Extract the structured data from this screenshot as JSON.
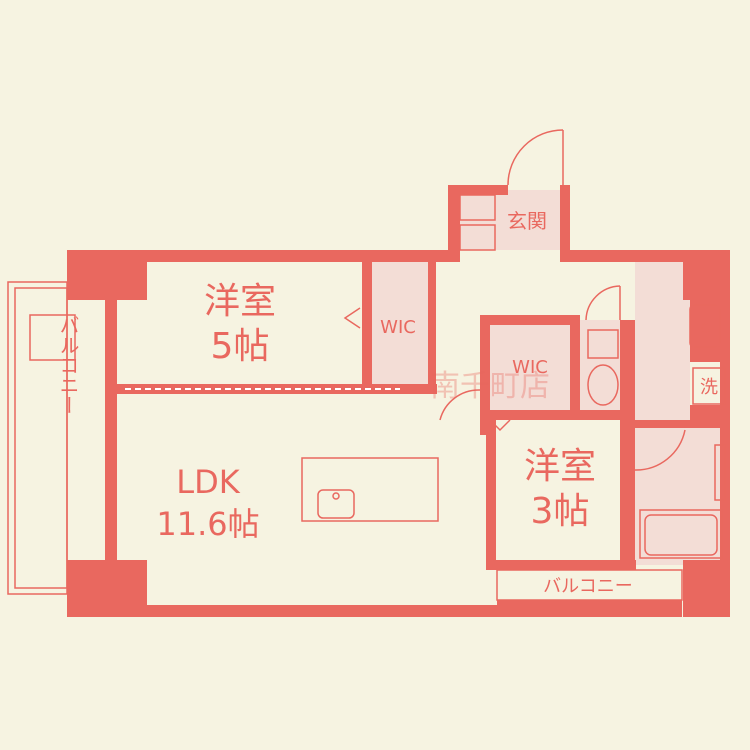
{
  "colors": {
    "background": "#F6F3E1",
    "wall": "#E9685F",
    "line": "#E9685F",
    "wet_area": "#F3DDD6",
    "balcony_fill": "#F6F3E1"
  },
  "rooms": {
    "western_5": {
      "name": "洋室",
      "size": "5帖"
    },
    "western_3": {
      "name": "洋室",
      "size": "3帖"
    },
    "ldk": {
      "name": "LDK",
      "size": "11.6帖"
    },
    "wic_upper": "WIC",
    "wic_lower": "WIC",
    "entrance": "玄関",
    "washer": "洗",
    "balcony_left": "バルコニー",
    "balcony_bottom": "バルコニー"
  },
  "watermark": "南千町店"
}
